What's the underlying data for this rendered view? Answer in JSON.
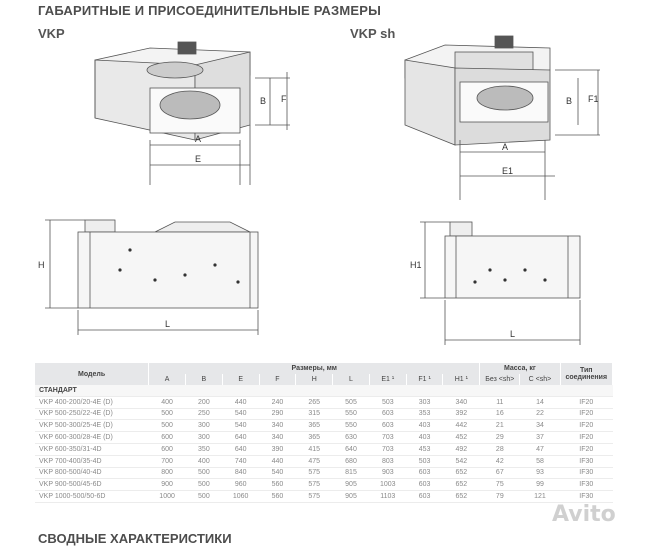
{
  "heading": "ГАБАРИТНЫЕ И ПРИСОЕДИНИТЕЛЬНЫЕ РАЗМЕРЫ",
  "variants": {
    "left": "VKP",
    "right": "VKP sh"
  },
  "dimension_labels": {
    "A": "A",
    "B": "B",
    "E": "E",
    "F": "F",
    "H": "H",
    "L": "L",
    "E1": "E1",
    "F1": "F1",
    "H1": "H1"
  },
  "table": {
    "headers": {
      "model": "Модель",
      "dimensions": "Размеры, мм",
      "mass": "Масса, кг",
      "connection": "Тип соединения"
    },
    "subheaders": [
      "A",
      "B",
      "E",
      "F",
      "H",
      "L",
      "E1 ¹",
      "F1 ¹",
      "H1 ¹",
      "Без <sh>",
      "С <sh>"
    ],
    "section": "СТАНДАРТ",
    "rows": [
      {
        "model": "VKP 400-200/20-4E (D)",
        "cells": [
          "400",
          "200",
          "440",
          "240",
          "265",
          "505",
          "503",
          "303",
          "340",
          "11",
          "14",
          "IF20"
        ]
      },
      {
        "model": "VKP 500-250/22-4E (D)",
        "cells": [
          "500",
          "250",
          "540",
          "290",
          "315",
          "550",
          "603",
          "353",
          "392",
          "16",
          "22",
          "IF20"
        ]
      },
      {
        "model": "VKP 500-300/25-4E (D)",
        "cells": [
          "500",
          "300",
          "540",
          "340",
          "365",
          "550",
          "603",
          "403",
          "442",
          "21",
          "34",
          "IF20"
        ]
      },
      {
        "model": "VKP 600-300/28-4E (D)",
        "cells": [
          "600",
          "300",
          "640",
          "340",
          "365",
          "630",
          "703",
          "403",
          "452",
          "29",
          "37",
          "IF20"
        ]
      },
      {
        "model": "VKP 600-350/31-4D",
        "cells": [
          "600",
          "350",
          "640",
          "390",
          "415",
          "640",
          "703",
          "453",
          "492",
          "28",
          "47",
          "IF20"
        ]
      },
      {
        "model": "VKP 700-400/35-4D",
        "cells": [
          "700",
          "400",
          "740",
          "440",
          "475",
          "680",
          "803",
          "503",
          "542",
          "42",
          "58",
          "IF30"
        ]
      },
      {
        "model": "VKP 800-500/40-4D",
        "cells": [
          "800",
          "500",
          "840",
          "540",
          "575",
          "815",
          "903",
          "603",
          "652",
          "67",
          "93",
          "IF30"
        ]
      },
      {
        "model": "VKP 900-500/45-6D",
        "cells": [
          "900",
          "500",
          "960",
          "560",
          "575",
          "905",
          "1003",
          "603",
          "652",
          "75",
          "99",
          "IF30"
        ]
      },
      {
        "model": "VKP 1000-500/50-6D",
        "cells": [
          "1000",
          "500",
          "1060",
          "560",
          "575",
          "905",
          "1103",
          "603",
          "652",
          "79",
          "121",
          "IF30"
        ]
      }
    ]
  },
  "footer_heading": "СВОДНЫЕ ХАРАКТЕРИСТИКИ",
  "watermark": "Avito"
}
